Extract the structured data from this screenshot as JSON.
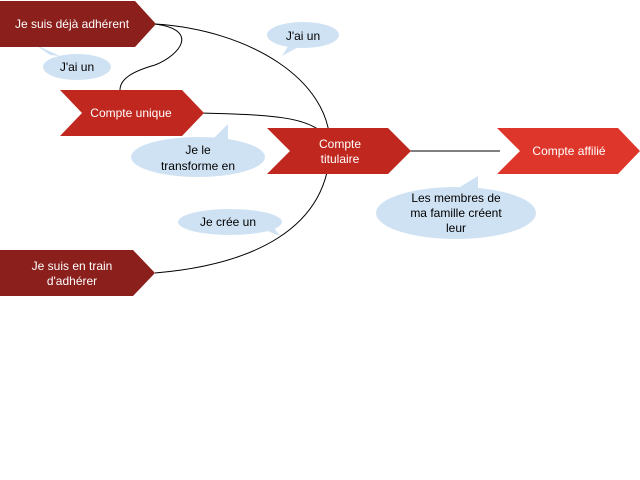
{
  "colors": {
    "node_dark": "#8a1f1c",
    "node_mid": "#c0281f",
    "node_bright": "#df362b",
    "bubble": "#cfe2f3",
    "connector": "#000000"
  },
  "nodes": {
    "deja_adherent": {
      "lines": [
        "Je suis déjà adhérent"
      ]
    },
    "compte_unique": {
      "lines": [
        "Compte unique"
      ]
    },
    "compte_titulaire": {
      "lines": [
        "Compte",
        "titulaire"
      ]
    },
    "compte_affilie": {
      "lines": [
        "Compte affilié"
      ]
    },
    "en_train": {
      "lines": [
        "Je suis en train",
        "d'adhérer"
      ]
    }
  },
  "bubbles": {
    "jai_un_left": {
      "lines": [
        "J'ai un"
      ]
    },
    "jai_un_top": {
      "lines": [
        "J'ai un"
      ]
    },
    "transforme": {
      "lines": [
        "Je le",
        "transforme en"
      ]
    },
    "cree_un": {
      "lines": [
        "Je crée un"
      ]
    },
    "membres": {
      "lines": [
        "Les membres de",
        "ma famille créent",
        "leur"
      ]
    }
  }
}
